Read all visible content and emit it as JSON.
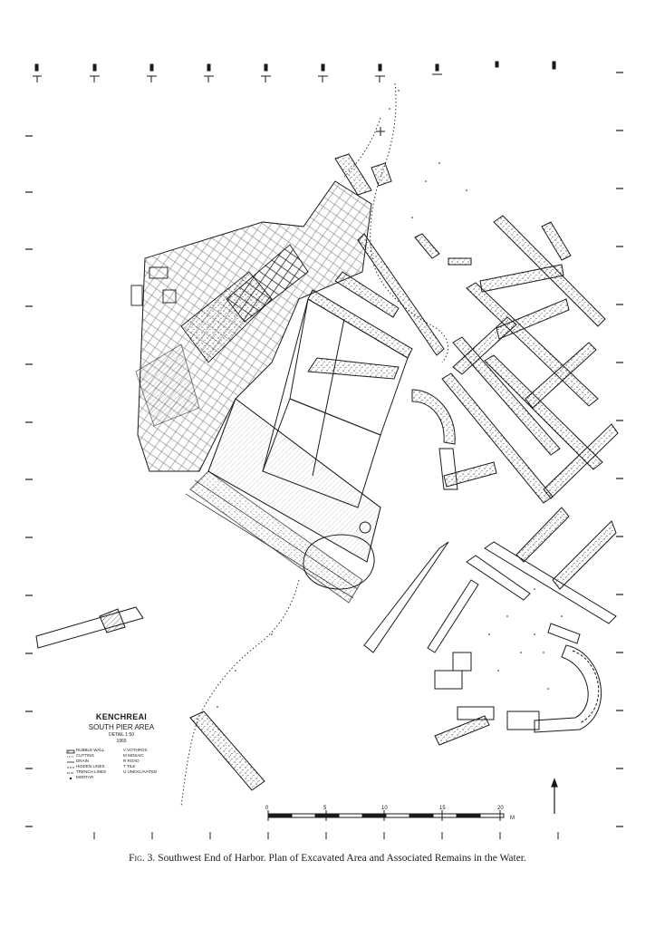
{
  "legend": {
    "title": "KENCHREAI",
    "subtitle": "SOUTH PIER AREA",
    "detail": "DETAIL 1:50",
    "year": "1965",
    "keys": [
      "RUBBLE WALL",
      "V VOTHROS",
      "CUTTING",
      "M MOSAIC",
      "DRAIN",
      "R ROAD",
      "HIDDEN LINES",
      "T TILE",
      "TRENCH LINES",
      "U UNEXCAVATED",
      "MORTAR",
      ""
    ]
  },
  "scale_bar": {
    "labels": [
      "0",
      "5",
      "10",
      "15",
      "20"
    ],
    "unit": "M"
  },
  "caption": {
    "figure_number": "Fig. 3.",
    "text": "Southwest End of Harbor. Plan of Excavated Area and Associated Remains in the Water."
  },
  "colors": {
    "ink": "#1a1a1a",
    "paper": "#ffffff"
  }
}
